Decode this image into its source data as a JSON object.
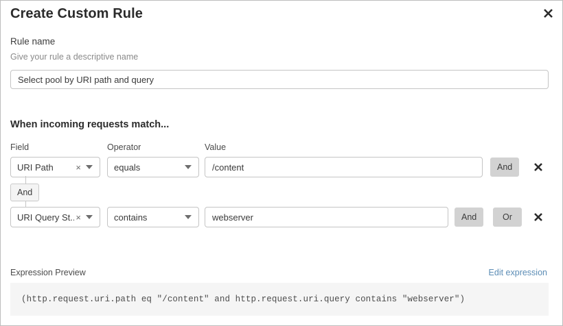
{
  "dialog": {
    "title": "Create Custom Rule",
    "close_icon": "close-icon"
  },
  "rule_name": {
    "label": "Rule name",
    "hint": "Give your rule a descriptive name",
    "value": "Select pool by URI path and query",
    "placeholder": "Select pool by URI path and query"
  },
  "match": {
    "heading": "When incoming requests match...",
    "columns": {
      "field": "Field",
      "operator": "Operator",
      "value": "Value"
    },
    "connector": {
      "label": "And"
    },
    "rows": [
      {
        "field": "URI Path",
        "operator": "equals",
        "value": "/content",
        "clear_icon": "close-small-icon",
        "caret_icon": "chevron-down-icon",
        "logic_buttons": [
          "And"
        ],
        "delete_icon": "delete-icon"
      },
      {
        "field": "URI Query St...",
        "operator": "contains",
        "value": "webserver",
        "clear_icon": "close-small-icon",
        "caret_icon": "chevron-down-icon",
        "logic_buttons": [
          "And",
          "Or"
        ],
        "delete_icon": "delete-icon"
      }
    ]
  },
  "expression": {
    "label": "Expression Preview",
    "edit_link": "Edit expression",
    "code": "(http.request.uri.path eq \"/content\" and http.request.uri.query contains \"webserver\")"
  },
  "colors": {
    "link": "#5b8cb5",
    "logic_button_bg": "#d2d2d2",
    "code_bg": "#f5f5f5",
    "border": "#c4c4c4"
  }
}
